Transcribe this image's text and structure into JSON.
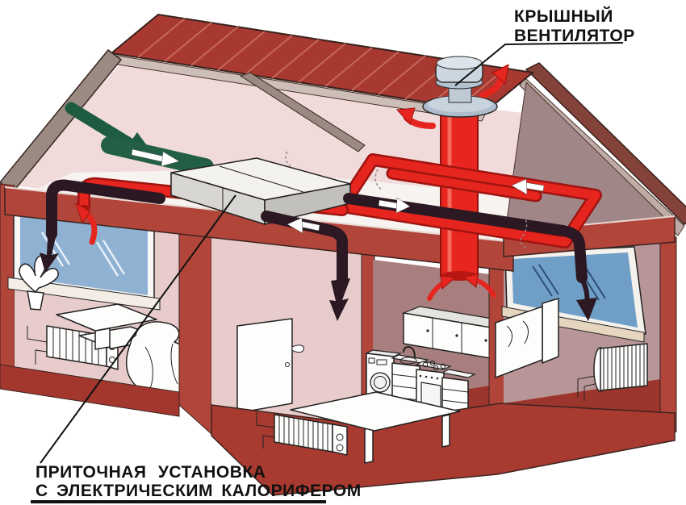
{
  "labels": {
    "roof_fan": {
      "line1": "КРЫШНЫЙ",
      "line2": "ВЕНТИЛЯТОР"
    },
    "supply_unit": {
      "line1": "ПРИТОЧНАЯ УСТАНОВКА",
      "line2": "С ЭЛЕКТРИЧЕСКИМ КАЛОРИФЕРОМ"
    }
  },
  "colors": {
    "background": "#FFFFFF",
    "roof": "#A83931",
    "wall": "#B2453A",
    "interior_wall": "#E8CCCC",
    "kitchen_wall": "#A87E7E",
    "floor": "#A83A30",
    "window_glass": "#8FB2D3",
    "supply_duct": "#2B1822",
    "exhaust_duct": "#E6251E",
    "intake_duct": "#1E5C42",
    "fan_body": "#C9D3DE",
    "label_text": "#111111"
  },
  "components": [
    "roof-fan",
    "exhaust-riser",
    "exhaust-duct-loop",
    "supply-unit",
    "intake-duct",
    "supply-duct",
    "living-room",
    "hallway",
    "kitchen",
    "bedroom",
    "radiator",
    "window",
    "bed",
    "stove",
    "washing-machine"
  ]
}
